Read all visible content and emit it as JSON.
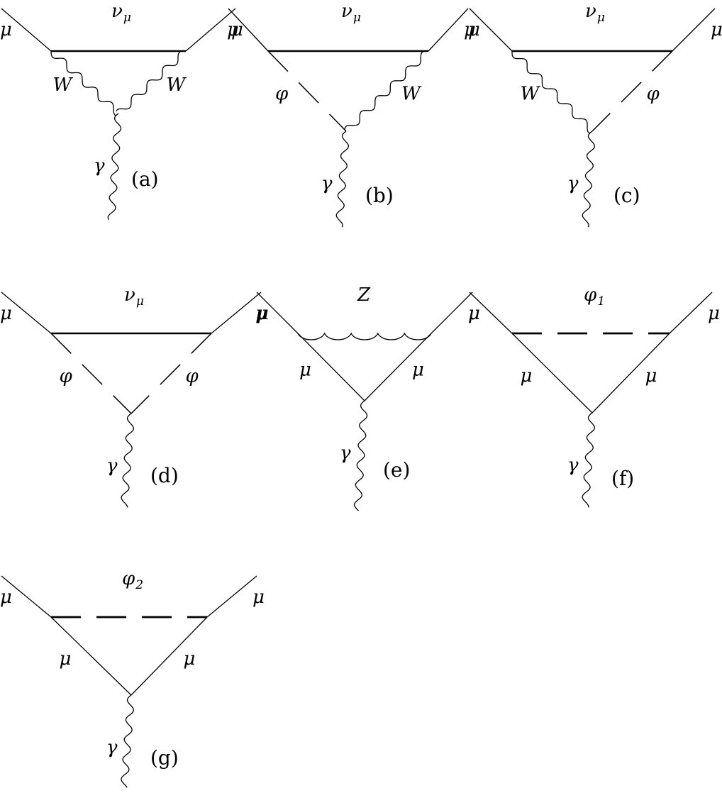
{
  "diagrams": [
    {
      "id": "a",
      "caption": "(a)",
      "loop_label": "ν",
      "loop_sub": "μ",
      "in_label": "μ",
      "out_label": "μ",
      "left_label": "W",
      "right_label": "W",
      "photon_label": "γ",
      "left_type": "boson",
      "right_type": "boson",
      "top_type": "fermion-thick"
    },
    {
      "id": "b",
      "caption": "(b)",
      "loop_label": "ν",
      "loop_sub": "μ",
      "in_label": "μ",
      "out_label": "μ",
      "left_label": "φ",
      "right_label": "W",
      "photon_label": "γ",
      "left_type": "scalar",
      "right_type": "boson",
      "top_type": "fermion-thick"
    },
    {
      "id": "c",
      "caption": "(c)",
      "loop_label": "ν",
      "loop_sub": "μ",
      "in_label": "μ",
      "out_label": "μ",
      "left_label": "W",
      "right_label": "φ",
      "photon_label": "γ",
      "left_type": "boson",
      "right_type": "scalar",
      "top_type": "fermion-thick"
    },
    {
      "id": "d",
      "caption": "(d)",
      "loop_label": "ν",
      "loop_sub": "μ",
      "in_label": "μ",
      "out_label": "μ",
      "left_label": "φ",
      "right_label": "φ",
      "photon_label": "γ",
      "left_type": "scalar",
      "right_type": "scalar",
      "top_type": "fermion-thick"
    },
    {
      "id": "e",
      "caption": "(e)",
      "loop_label": "Z",
      "loop_sub": "",
      "in_label": "μ",
      "out_label": "μ",
      "left_label": "μ",
      "right_label": "μ",
      "photon_label": "γ",
      "left_type": "fermion",
      "right_type": "fermion",
      "top_type": "boson"
    },
    {
      "id": "f",
      "caption": "(f)",
      "loop_label": "φ",
      "loop_sub": "1",
      "in_label": "μ",
      "out_label": "μ",
      "left_label": "μ",
      "right_label": "μ",
      "photon_label": "γ",
      "left_type": "fermion",
      "right_type": "fermion",
      "top_type": "scalar-thick"
    },
    {
      "id": "g",
      "caption": "(g)",
      "loop_label": "φ",
      "loop_sub": "2",
      "in_label": "μ",
      "out_label": "μ",
      "left_label": "μ",
      "right_label": "μ",
      "photon_label": "γ",
      "left_type": "fermion",
      "right_type": "fermion",
      "top_type": "scalar-thick"
    }
  ]
}
